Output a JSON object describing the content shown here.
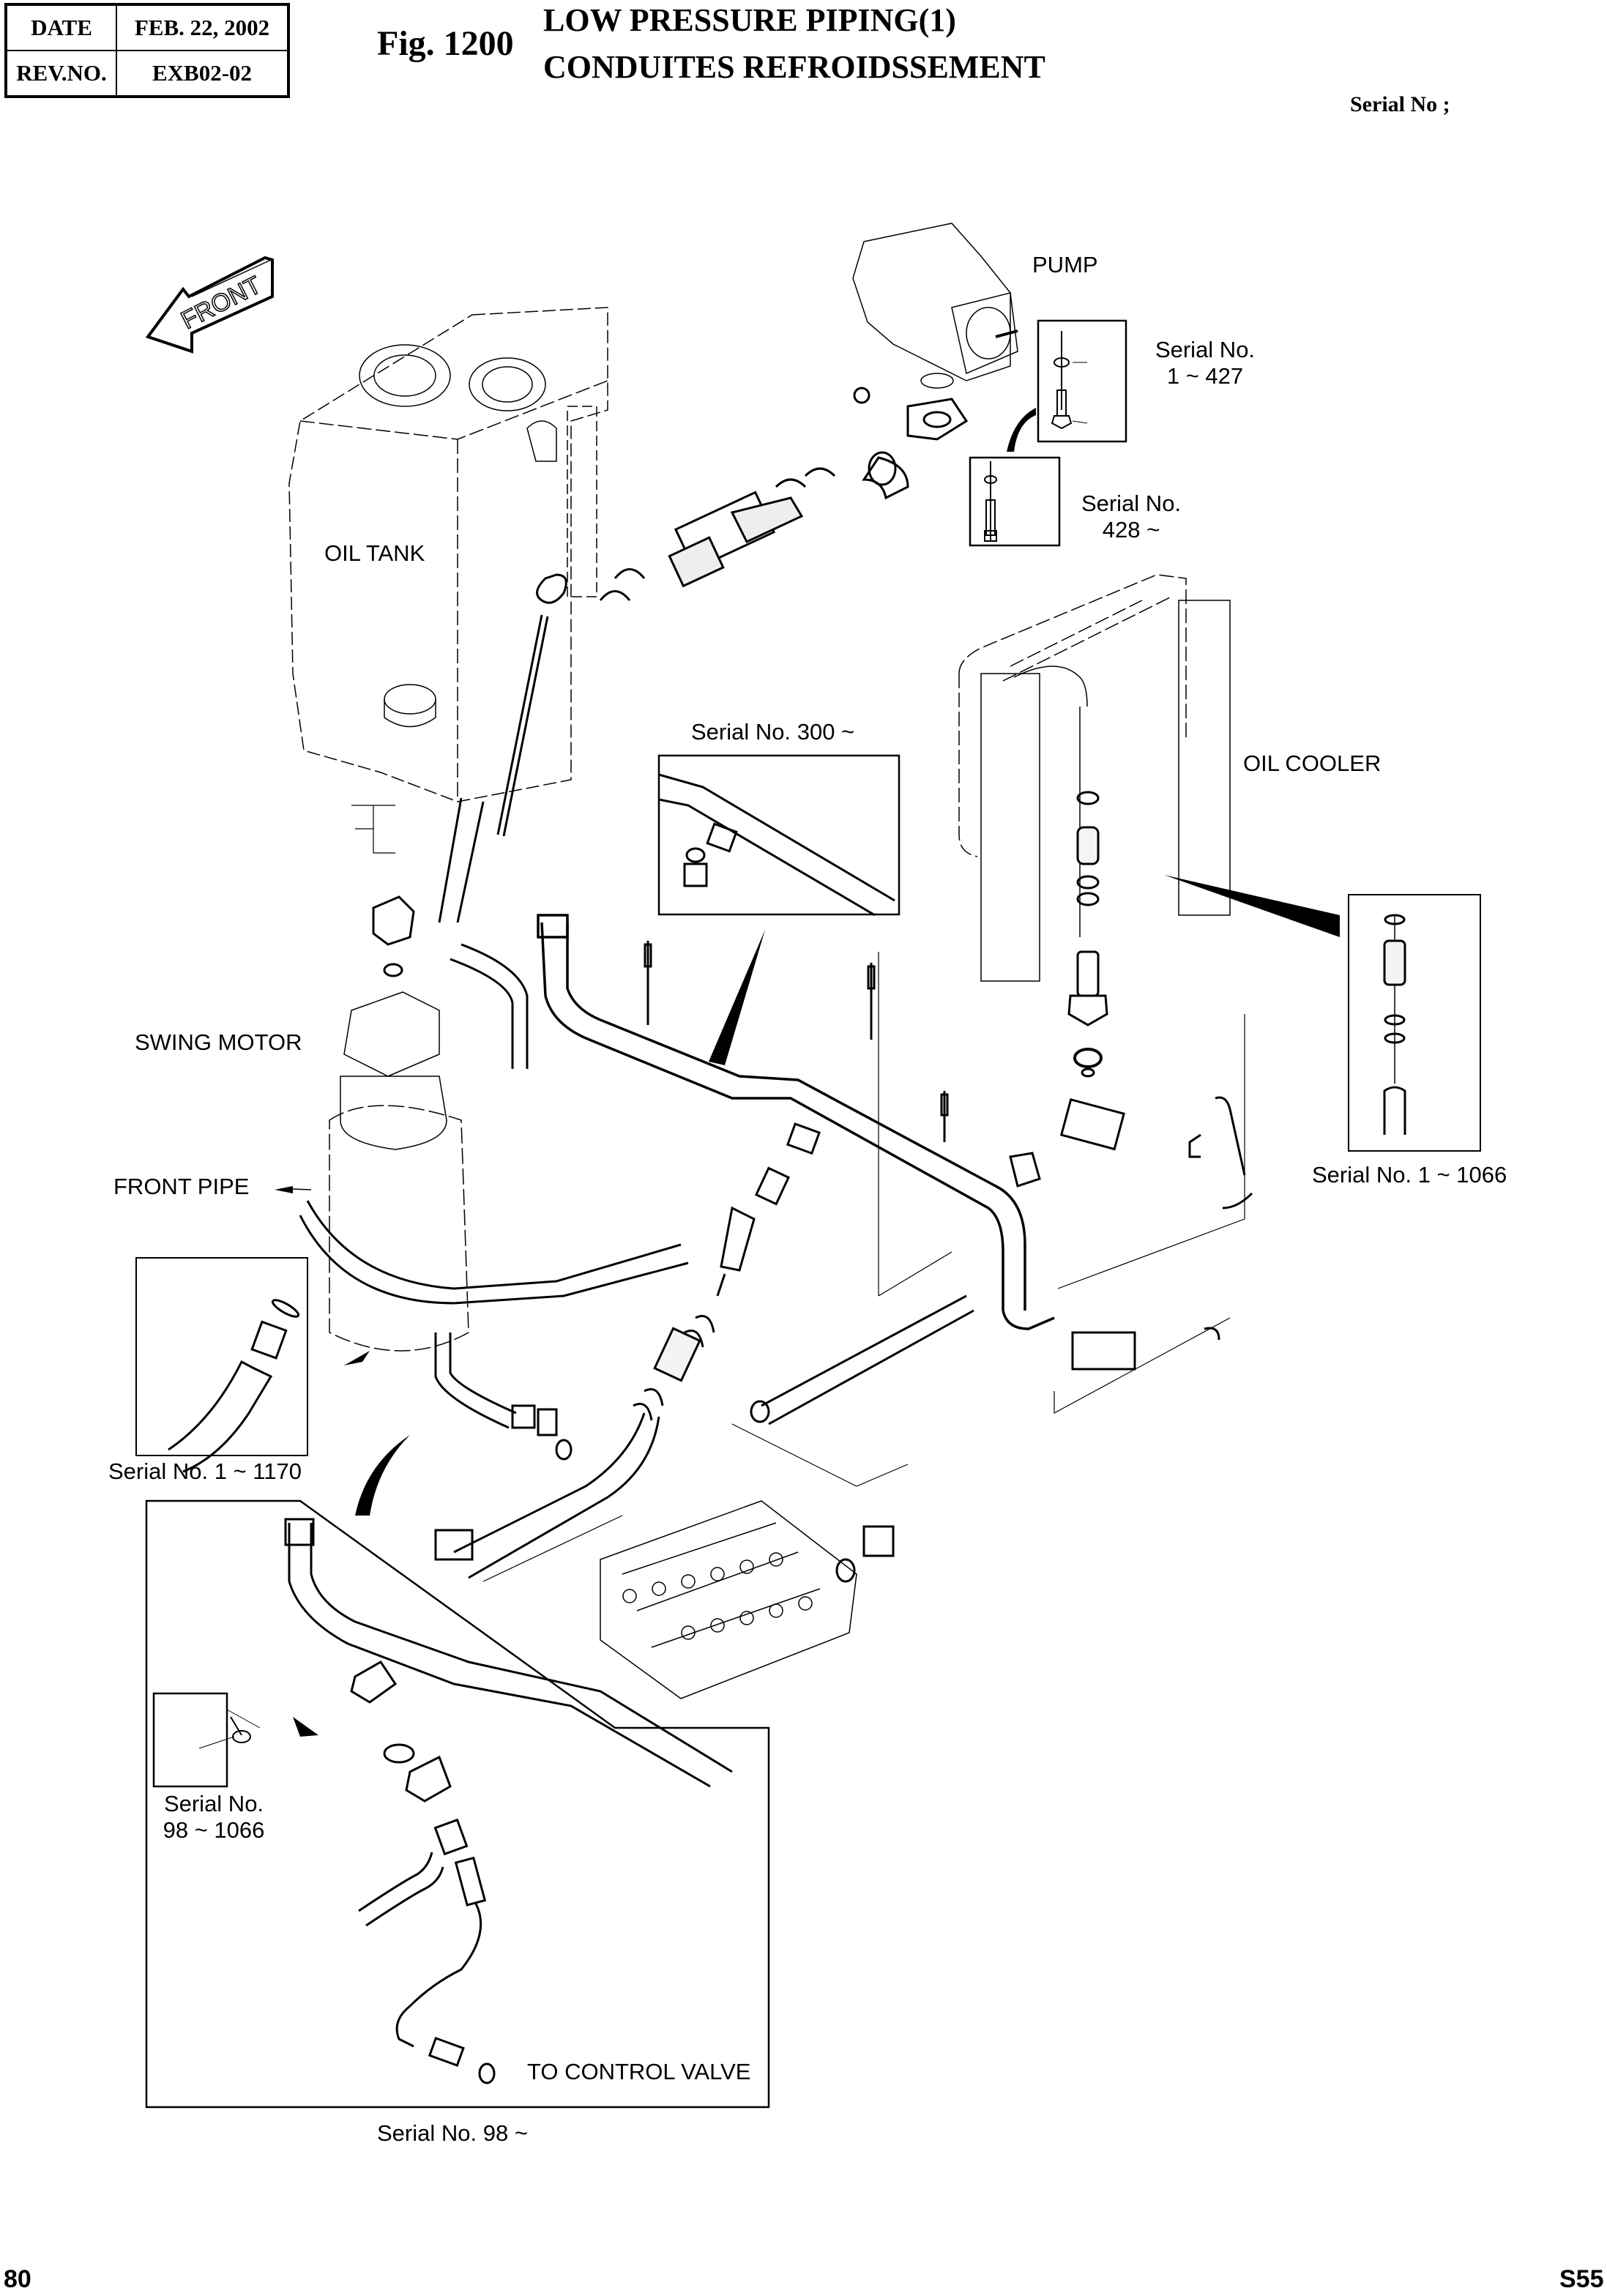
{
  "header": {
    "date_label": "DATE",
    "date_value": "FEB. 22, 2002",
    "rev_label": "REV.NO.",
    "rev_value": "EXB02-02",
    "fig_number": "Fig. 1200",
    "title_en": "LOW PRESSURE PIPING(1)",
    "title_fr": "CONDUITES REFROIDSSEMENT",
    "serial_header": "Serial No ;"
  },
  "labels": {
    "front_arrow": "FRONT",
    "pump": "PUMP",
    "oil_tank": "OIL TANK",
    "oil_cooler": "OIL COOLER",
    "swing_motor": "SWING MOTOR",
    "front_pipe": "FRONT PIPE",
    "to_control_valve": "TO CONTROL VALVE"
  },
  "insets": [
    {
      "id": "bolt-early",
      "serial_line1": "Serial No.",
      "serial_line2": "1 ~ 427"
    },
    {
      "id": "bolt-late",
      "serial_line1": "Serial No.",
      "serial_line2": "428 ~"
    },
    {
      "id": "pipe-fitting",
      "serial": "Serial No. 300 ~"
    },
    {
      "id": "cooler-hose",
      "serial": "Serial No. 1 ~ 1066"
    },
    {
      "id": "front-pipe-fitting",
      "serial": "Serial No. 1 ~ 1170"
    },
    {
      "id": "sensor",
      "serial_line1": "Serial No.",
      "serial_line2": "98 ~ 1066"
    },
    {
      "id": "control-valve-detail",
      "serial": "Serial No. 98 ~"
    }
  ],
  "footer": {
    "page_number": "80",
    "model_code": "S55"
  }
}
